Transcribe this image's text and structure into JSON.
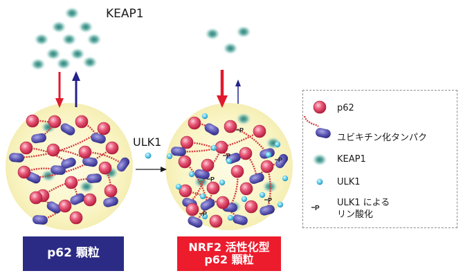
{
  "labels": {
    "keap1_top": "KEAP1",
    "ulk1_arrow": "ULK1"
  },
  "boxes": {
    "left": {
      "line1": "p62 顆粒"
    },
    "right": {
      "line1": "NRF2 活性化型",
      "line2": "p62 顆粒"
    }
  },
  "legend": {
    "items": [
      {
        "icon": "p62-sphere-icon",
        "label": "p62"
      },
      {
        "icon": "ubiquitinated-protein-icon",
        "label": "ユビキチン化タンパク"
      },
      {
        "icon": "keap1-blob-icon",
        "label": "KEAP1"
      },
      {
        "icon": "ulk1-dot-icon",
        "label": "ULK1"
      },
      {
        "icon": "phosphorylation-mark-icon",
        "label_line1": "ULK1 による",
        "label_line2": "リン酸化"
      }
    ]
  },
  "phospho_mark": "P",
  "colors": {
    "p62": "#e0405f",
    "ubiquitinated_protein": "#5a56b0",
    "ubiquitin_chain": "#d23b3b",
    "keap1": "#4f9d95",
    "ulk1": "#54c5e8",
    "granule": "#fbf7cd",
    "arrow_red": "#e01a2c",
    "arrow_blue": "#22228a",
    "box_left": "#2b2b86",
    "box_right": "#ec1c2d"
  }
}
